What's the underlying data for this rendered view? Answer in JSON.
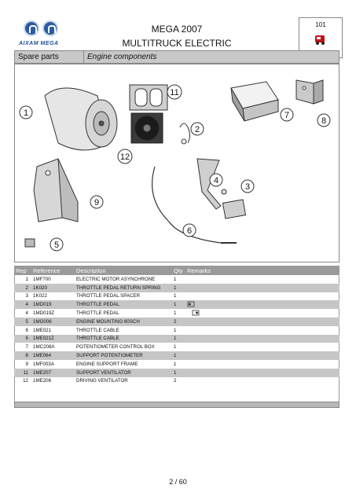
{
  "header": {
    "logo_brand": "AIXAM MEGA",
    "title_line1": "MEGA 2007",
    "title_line2": "MULTITRUCK ELECTRIC",
    "page_code": "101",
    "colors": {
      "brand_blue": "#1e4f96",
      "scooter_red": "#c0141b"
    }
  },
  "section": {
    "left_label": "Spare parts",
    "right_label": "Engine components"
  },
  "diagram": {
    "callouts": [
      "1",
      "2",
      "3",
      "4",
      "5",
      "6",
      "7",
      "8",
      "9",
      "11",
      "12"
    ]
  },
  "table": {
    "headers": {
      "rep": "Rep",
      "reference": "Reference",
      "description": "Description",
      "qty": "Qty",
      "remarks": "Remarks"
    },
    "rows": [
      {
        "rep": "1",
        "reference": "1MF700",
        "description": "ELECTRIC MOTOR ASYNCHRONE",
        "qty": "1",
        "remarks": ""
      },
      {
        "rep": "2",
        "reference": "1K020",
        "description": "THROTTLE PEDAL RETURN SPRING",
        "qty": "1",
        "remarks": ""
      },
      {
        "rep": "3",
        "reference": "1K022",
        "description": "THROTTLE PEDAL SPACER",
        "qty": "1",
        "remarks": ""
      },
      {
        "rep": "4",
        "reference": "1MD019",
        "description": "THROTTLE PEDAL",
        "qty": "1",
        "remarks": "",
        "remark_icon": "left-hand-drive-icon"
      },
      {
        "rep": "4",
        "reference": "1MD019Z",
        "description": "THROTTLE PEDAL",
        "qty": "1",
        "remarks": "",
        "remark_icon": "right-hand-drive-icon"
      },
      {
        "rep": "5",
        "reference": "1MG006",
        "description": "ENGINE MOUNTING 60SCH",
        "qty": "2",
        "remarks": ""
      },
      {
        "rep": "6",
        "reference": "1ME021",
        "description": "THROTTLE CABLE",
        "qty": "1",
        "remarks": ""
      },
      {
        "rep": "6",
        "reference": "1ME021Z",
        "description": "THROTTLE CABLE",
        "qty": "1",
        "remarks": ""
      },
      {
        "rep": "7",
        "reference": "1MC208A",
        "description": "POTENTIOMETER CONTROL BOX",
        "qty": "1",
        "remarks": ""
      },
      {
        "rep": "8",
        "reference": "1ME064",
        "description": "SUPPORT POTENTIOMETER",
        "qty": "1",
        "remarks": ""
      },
      {
        "rep": "9",
        "reference": "1MF003A",
        "description": "ENGINE SUPPORT FRAME",
        "qty": "1",
        "remarks": ""
      },
      {
        "rep": "11",
        "reference": "1ME207",
        "description": "SUPPORT VENTILATOR",
        "qty": "1",
        "remarks": ""
      },
      {
        "rep": "12",
        "reference": "1ME206",
        "description": "DRIVING VENTILATOR",
        "qty": "2",
        "remarks": ""
      }
    ]
  },
  "footer": {
    "page_current": "2",
    "page_separator": "/",
    "page_total": "60"
  }
}
